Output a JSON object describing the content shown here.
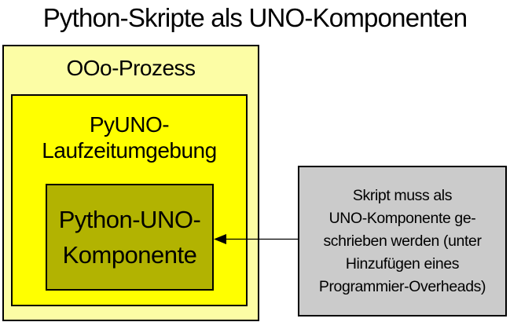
{
  "title": "Python-Skripte als UNO-Komponenten",
  "diagram": {
    "process_box": {
      "label": "OOo-Prozess",
      "fill": "#FCFDA5"
    },
    "runtime_box": {
      "line1": "PyUNO-",
      "line2": "Laufzeitumgebung",
      "fill": "#FFFF00"
    },
    "component_box": {
      "line1": "Python-UNO-",
      "line2": "Komponente",
      "fill": "#B2B301"
    },
    "note_box": {
      "fill": "#CBCBCB",
      "lines": [
        "Skript muss als",
        "UNO-Komponente ge-",
        "schrieben werden (unter",
        "Hinzufügen eines",
        "Programmier-Overheads)"
      ]
    },
    "arrow": {
      "from": "note_box",
      "to": "component_box",
      "direction": "left",
      "color": "#000000"
    }
  }
}
